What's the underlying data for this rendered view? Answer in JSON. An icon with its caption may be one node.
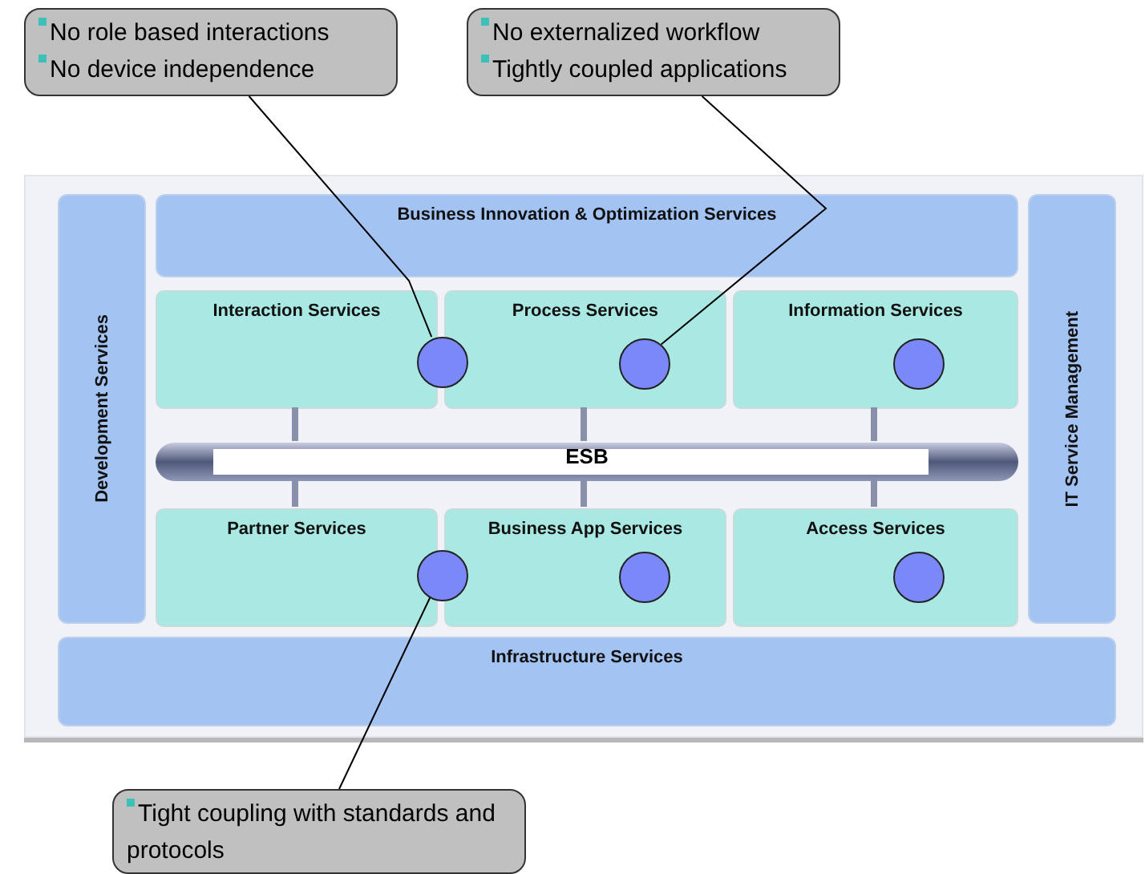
{
  "diagram": {
    "nodes": [
      {
        "text": [
          "No role based interactions",
          "No device independence"
        ]
      },
      {
        "text": [
          "No externalized workflow",
          "Tightly coupled applications"
        ]
      },
      {
        "text": [],
        "shape": "box"
      },
      {
        "text": [
          "Development Services"
        ],
        "in": 2
      },
      {
        "text": [
          "Business Innovation & Optimization Services"
        ],
        "in": 2
      },
      {
        "text": [
          "Interaction Services"
        ],
        "in": 2
      },
      {
        "text": [],
        "shape": "circle",
        "in": 2
      },
      {
        "text": [
          "Process Services"
        ],
        "in": 2
      },
      {
        "text": [],
        "shape": "circle",
        "in": 7
      },
      {
        "text": [
          "Information Services"
        ],
        "in": 2
      },
      {
        "text": [],
        "shape": "circle",
        "in": 9
      },
      {
        "text": [
          "IT Service Management"
        ],
        "in": 2
      },
      {
        "text": [
          "ESB"
        ],
        "in": 2
      },
      {
        "text": [
          "Partner Services"
        ],
        "in": 2
      },
      {
        "text": [],
        "shape": "circle",
        "in": 2
      },
      {
        "text": [
          "Business App Services"
        ],
        "in": 2
      },
      {
        "text": [],
        "shape": "circle",
        "in": 15
      },
      {
        "text": [
          "Access Services"
        ],
        "in": 2
      },
      {
        "text": [],
        "shape": "circle",
        "in": 17
      },
      {
        "text": [
          "Infrastructure Services"
        ],
        "in": 2
      },
      {
        "text": [
          "Tight coupling with standards and protocols"
        ]
      }
    ],
    "edges": [
      {
        "from": 0,
        "to": 6,
        "arrow": "none",
        "color": "#000000"
      },
      {
        "from": 1,
        "to": 8,
        "arrow": "none",
        "color": "#000000"
      },
      {
        "from": 5,
        "to": 12,
        "arrow": "none"
      },
      {
        "from": 7,
        "to": 12,
        "arrow": "none"
      },
      {
        "from": 9,
        "to": 12,
        "arrow": "none"
      },
      {
        "from": 12,
        "to": 13,
        "arrow": "none"
      },
      {
        "from": 12,
        "to": 15,
        "arrow": "none"
      },
      {
        "from": 12,
        "to": 17,
        "arrow": "none"
      },
      {
        "from": 20,
        "to": 14,
        "arrow": "none",
        "color": "#000000"
      }
    ]
  }
}
